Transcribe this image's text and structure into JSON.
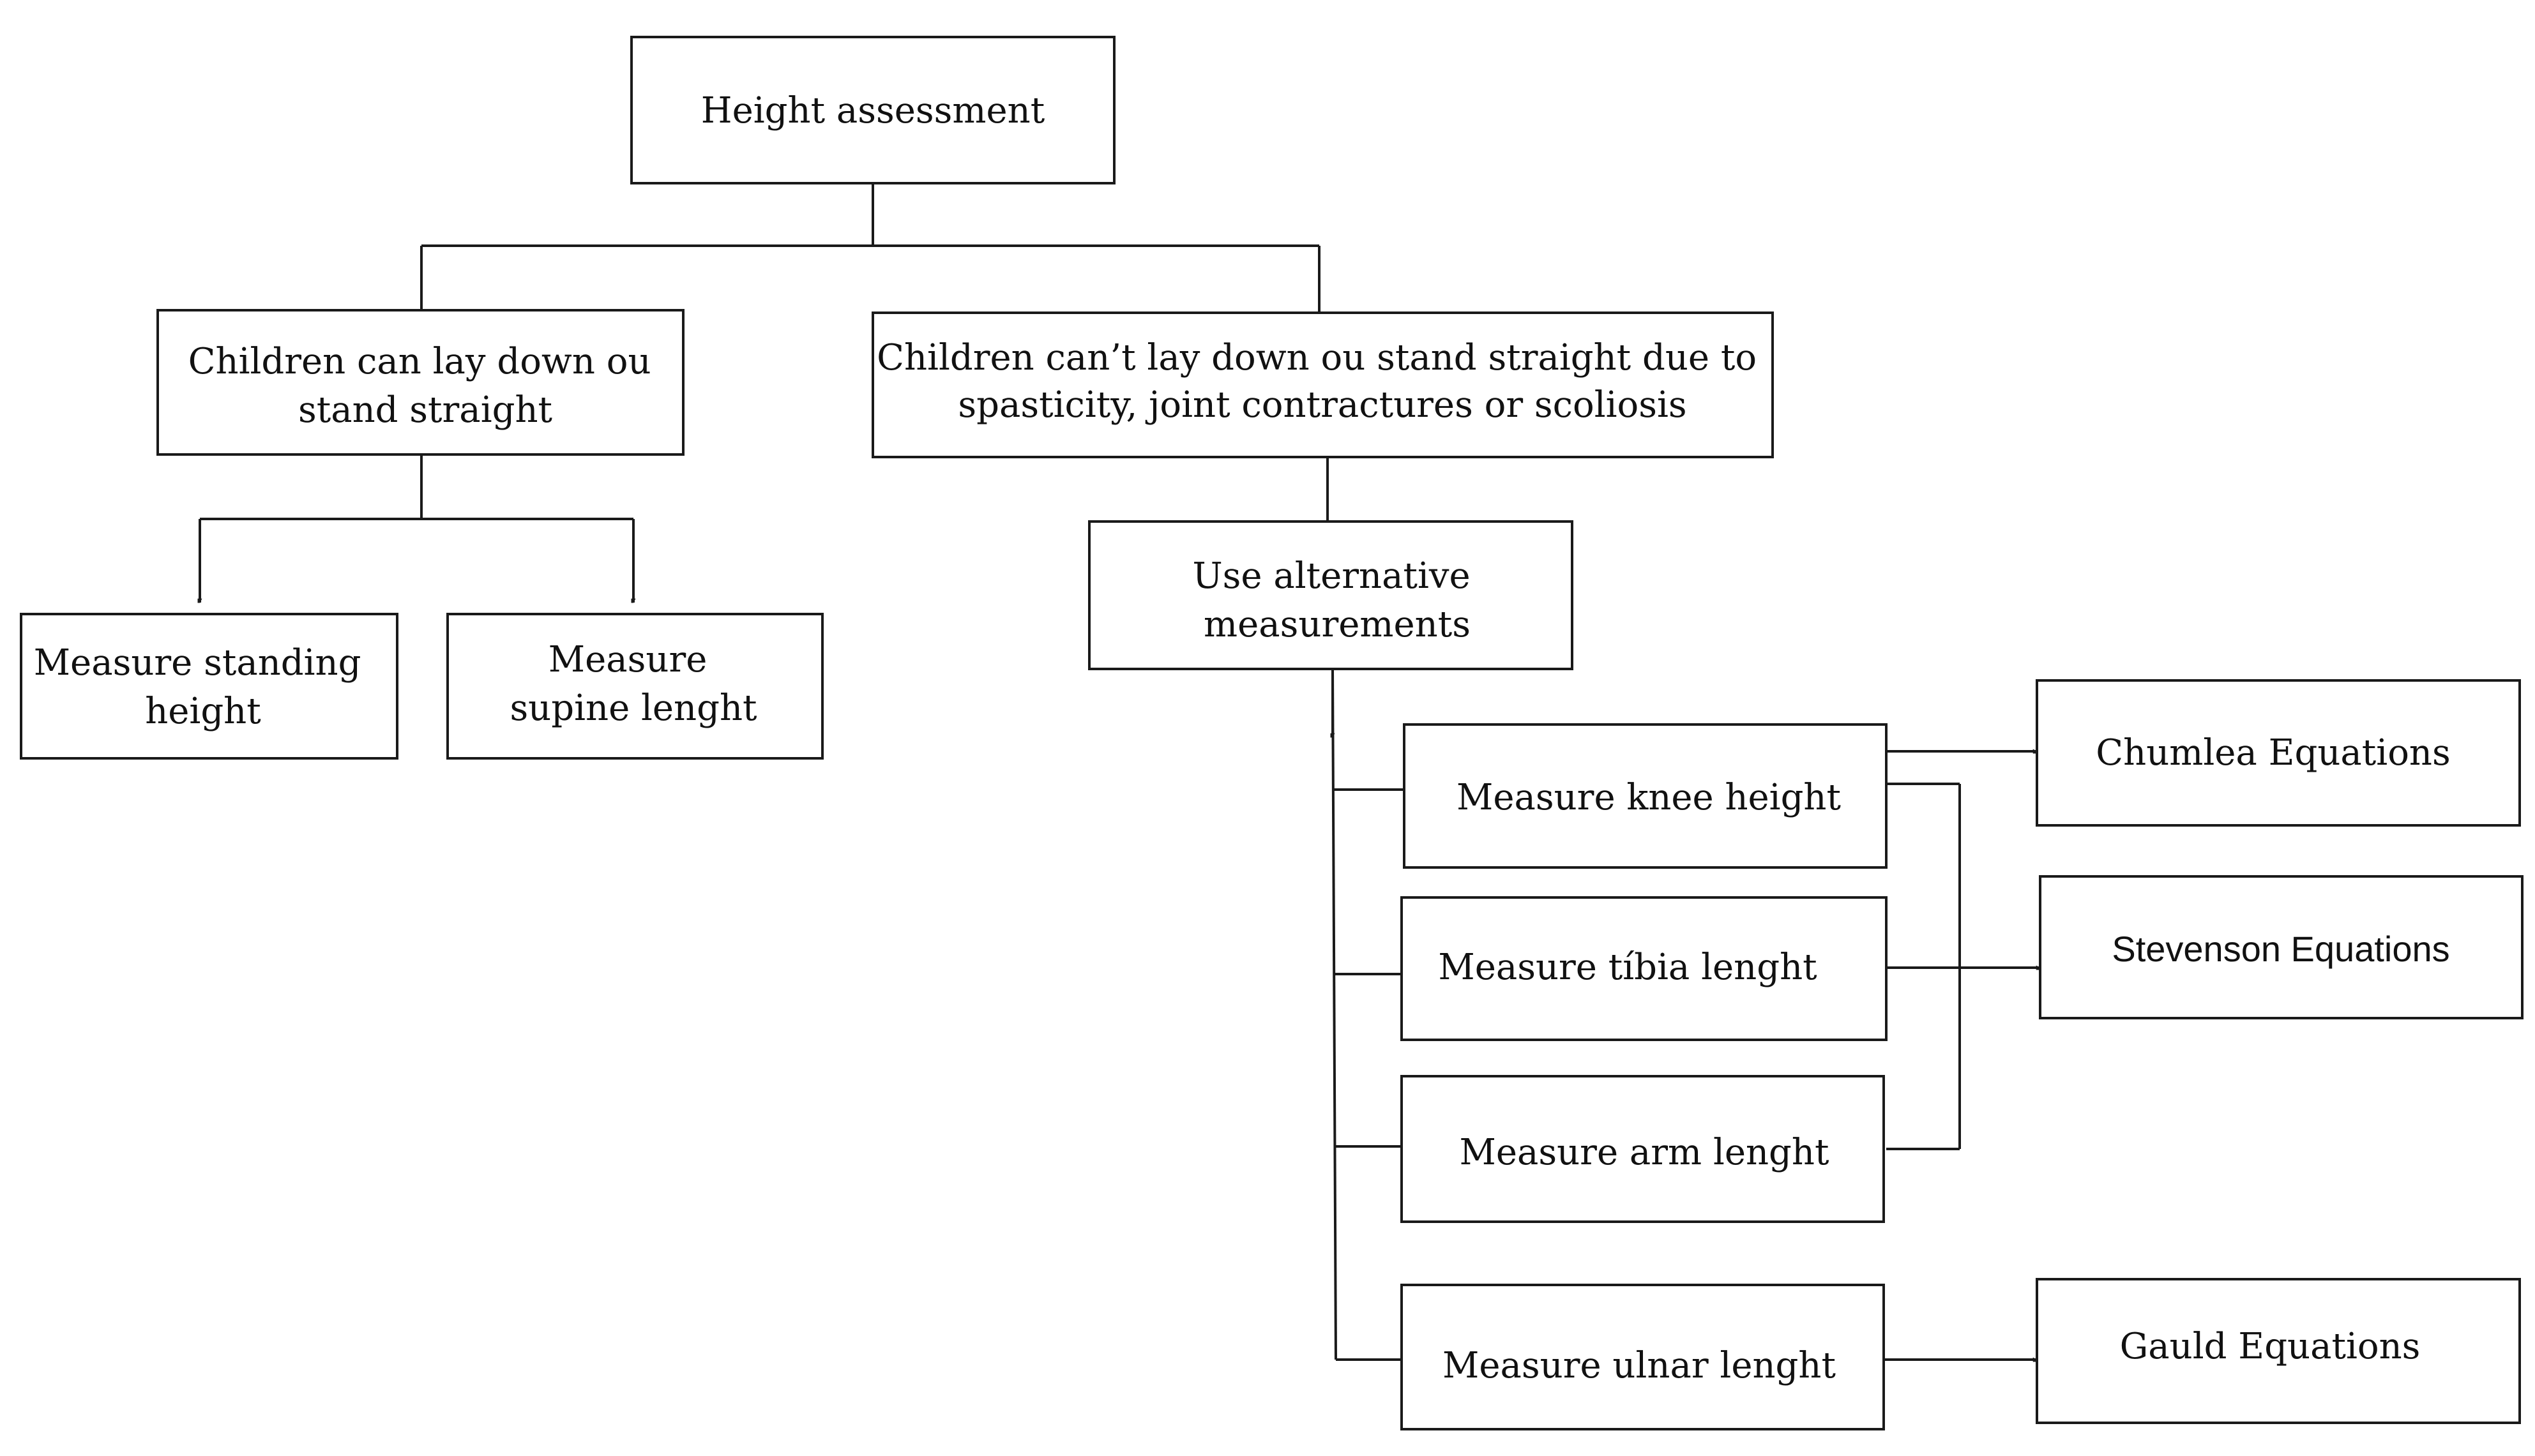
{
  "nodes": [
    {
      "id": "height-assessment",
      "lines": [
        "Height assessment"
      ]
    },
    {
      "id": "children-can",
      "lines": [
        "Children can lay down ou",
        "stand straight"
      ]
    },
    {
      "id": "children-cant",
      "lines": [
        "Children can’t lay down ou stand straight due to",
        "spasticity, joint contractures or scoliosis"
      ]
    },
    {
      "id": "measure-standing-height",
      "lines": [
        "Measure standing",
        "height"
      ]
    },
    {
      "id": "measure-supine-lenght",
      "lines": [
        "Measure",
        "supine lenght"
      ]
    },
    {
      "id": "use-alternative-measurements",
      "lines": [
        "Use alternative",
        "measurements"
      ]
    },
    {
      "id": "measure-knee-height",
      "lines": [
        "Measure knee height"
      ]
    },
    {
      "id": "measure-tibia-lenght",
      "lines": [
        "Measure tíbia lenght"
      ]
    },
    {
      "id": "measure-arm-lenght",
      "lines": [
        "Measure arm lenght"
      ]
    },
    {
      "id": "measure-ulnar-lenght",
      "lines": [
        "Measure ulnar lenght"
      ]
    },
    {
      "id": "chumlea-equations",
      "lines": [
        "Chumlea Equations"
      ]
    },
    {
      "id": "stevenson-equations",
      "lines": [
        "Stevenson Equations"
      ]
    },
    {
      "id": "gauld-equations",
      "lines": [
        "Gauld Equations"
      ]
    }
  ],
  "edges": [
    {
      "from": "height-assessment",
      "to": "children-can"
    },
    {
      "from": "height-assessment",
      "to": "children-cant"
    },
    {
      "from": "children-can",
      "to": "measure-standing-height"
    },
    {
      "from": "children-can",
      "to": "measure-supine-lenght"
    },
    {
      "from": "children-cant",
      "to": "use-alternative-measurements"
    },
    {
      "from": "use-alternative-measurements",
      "to": "measure-knee-height"
    },
    {
      "from": "use-alternative-measurements",
      "to": "measure-tibia-lenght"
    },
    {
      "from": "use-alternative-measurements",
      "to": "measure-arm-lenght"
    },
    {
      "from": "use-alternative-measurements",
      "to": "measure-ulnar-lenght"
    },
    {
      "from": "measure-knee-height",
      "to": "chumlea-equations"
    },
    {
      "from": "measure-knee-height",
      "to": "stevenson-equations"
    },
    {
      "from": "measure-tibia-lenght",
      "to": "stevenson-equations"
    },
    {
      "from": "measure-arm-lenght",
      "to": "stevenson-equations"
    },
    {
      "from": "measure-ulnar-lenght",
      "to": "gauld-equations"
    }
  ]
}
